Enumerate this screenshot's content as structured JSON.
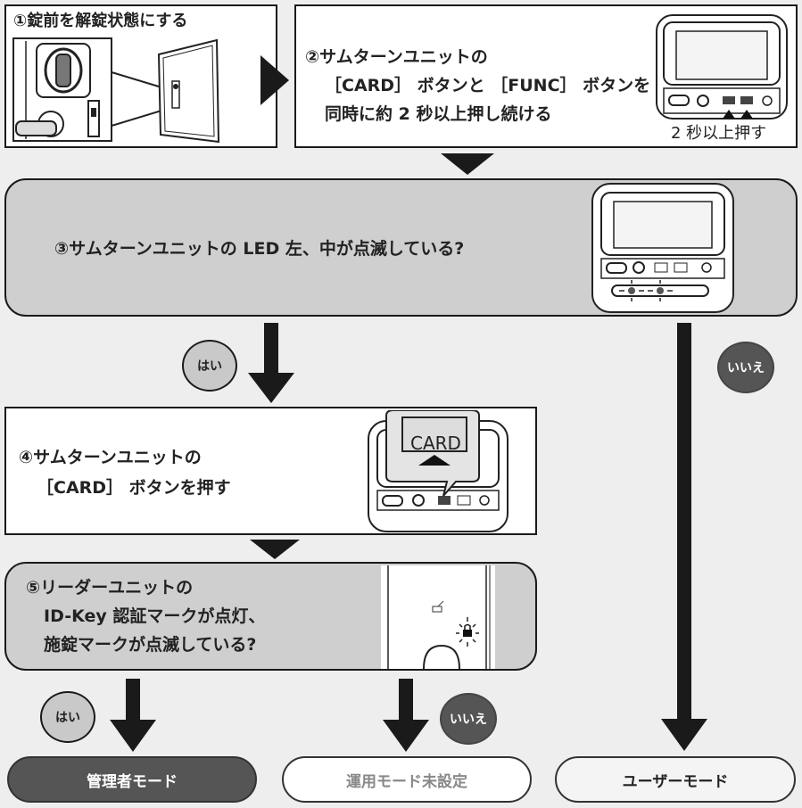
{
  "steps": {
    "step1": "①錠前を解錠状態にする",
    "step2_line1": "②サムターンユニットの",
    "step2_line2": "［CARD］ ボタンと ［FUNC］ ボタンを",
    "step2_line3": "同時に約 2 秒以上押し続ける",
    "step2_caption": "2 秒以上押す",
    "step3": "③サムターンユニットの LED 左、中が点滅している?",
    "step4_line1": "④サムターンユニットの",
    "step4_line2": "［CARD］ ボタンを押す",
    "step4_card_label": "CARD",
    "step5_line1": "⑤リーダーユニットの",
    "step5_line2": "ID-Key 認証マークが点灯、",
    "step5_line3": "施錠マークが点滅している?"
  },
  "answers": {
    "yes": "はい",
    "no": "いいえ"
  },
  "results": {
    "admin_mode": "管理者モード",
    "unset_mode": "運用モード未設定",
    "user_mode": "ユーザーモード"
  },
  "colors": {
    "dark": "#1a1a1a",
    "gray_box": "#cfcfcf",
    "no_bubble": "#555555",
    "admin_fill": "#555555"
  }
}
